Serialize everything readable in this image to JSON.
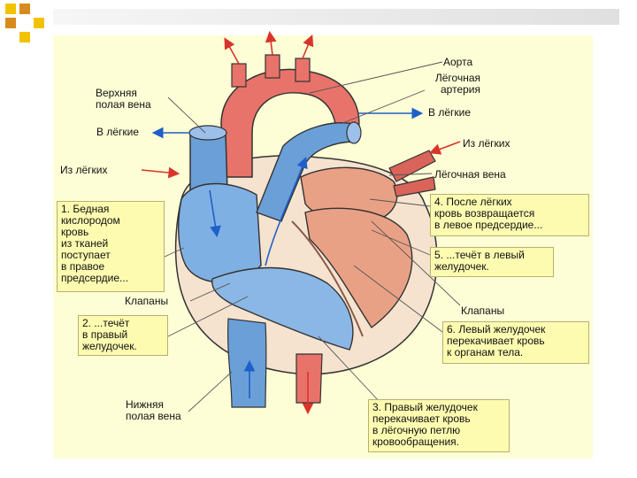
{
  "colors": {
    "panel_bg": "#fefed6",
    "box_bg": "#fdfbb0",
    "vein_blue": "#6b9fd8",
    "artery_red": "#e8736a",
    "muscle_pink": "#e9a186",
    "arrow_red": "#d9342b",
    "arrow_blue": "#1e5fc9",
    "accent_yellow": "#f2c200",
    "accent_orange": "#d98a1f"
  },
  "labels": {
    "aorta": "Аорта",
    "pulmonary_artery": "Лёгочная\nартерия",
    "to_lungs_right": "В лёгкие",
    "superior_vena_cava": "Верхняя\nполая вена",
    "to_lungs_left": "В лёгкие",
    "from_lungs_right": "Из лёгких",
    "from_lungs_left": "Из лёгких",
    "pulmonary_vein": "Лёгочная вена",
    "valves_left": "Клапаны",
    "valves_right": "Клапаны",
    "inferior_vena_cava": "Нижняя\nполая вена"
  },
  "steps": {
    "step1": "1. Бедная\n    кислородом\n    кровь\n    из тканей\n    поступает\n    в правое\n    предсердие...",
    "step2": "2. ...течёт\n    в правый\n    желудочек.",
    "step3": "3. Правый желудочек\n    перекачивает кровь\n    в лёгочную петлю\n    кровообращения.",
    "step4": "4. После лёгких\n    кровь возвращается\n    в левое предсердие...",
    "step5": "5. ...течёт в левый\n    желудочек.",
    "step6": "6. Левый желудочек\n    перекачивает кровь\n    к органам тела."
  }
}
